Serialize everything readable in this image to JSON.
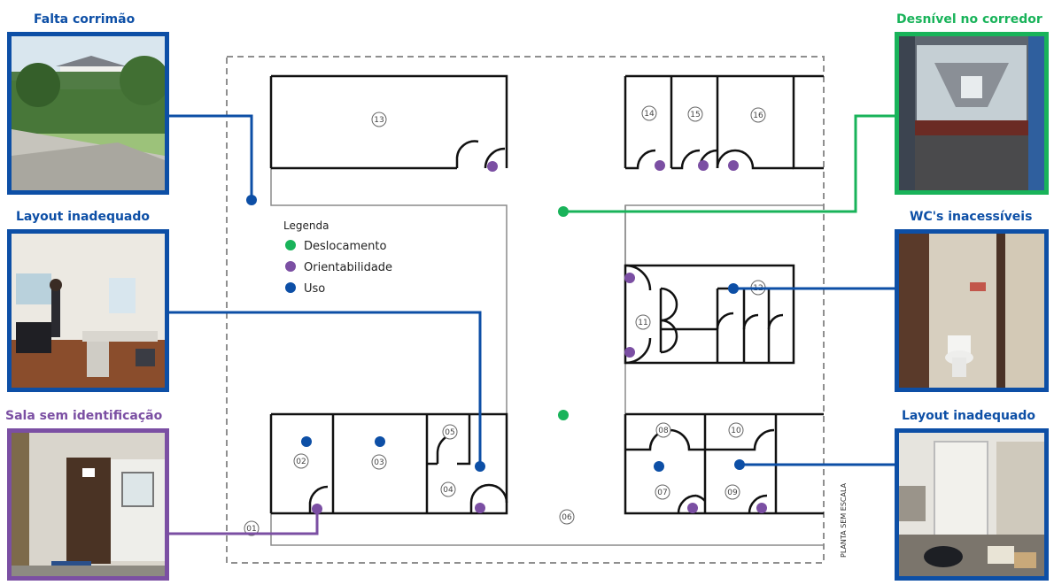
{
  "colors": {
    "blue": "#0d4fa6",
    "green": "#19b35a",
    "purple": "#7b4fa3",
    "wall": "#111111",
    "inner_line": "#8a8a8a",
    "dashed_border": "#8f8f8f",
    "room_label": "#444444"
  },
  "photos": {
    "falta_corrimao": {
      "title": "Falta corrimão",
      "color": "blue",
      "image": "outdoor-ramp-photo"
    },
    "layout_inadequado_1": {
      "title": "Layout inadequado",
      "color": "blue",
      "image": "office-photo"
    },
    "sala_sem_identificacao": {
      "title": "Sala sem identificação",
      "color": "purple",
      "image": "door-photo"
    },
    "desnivel_corredor": {
      "title": "Desnível no corredor",
      "color": "green",
      "image": "corridor-photo"
    },
    "wcs_inacessiveis": {
      "title": "WC's inacessíveis",
      "color": "blue",
      "image": "toilet-photo"
    },
    "layout_inadequado_2": {
      "title": "Layout inadequado",
      "color": "blue",
      "image": "storage-room-photo"
    }
  },
  "legend": {
    "title": "Legenda",
    "items": [
      {
        "label": "Deslocamento",
        "color": "green"
      },
      {
        "label": "Orientabilidade",
        "color": "purple"
      },
      {
        "label": "Uso",
        "color": "blue"
      }
    ]
  },
  "rooms": {
    "r01": "01",
    "r02": "02",
    "r03": "03",
    "r04": "04",
    "r05": "05",
    "r06": "06",
    "r07": "07",
    "r08": "08",
    "r09": "09",
    "r10": "10",
    "r11": "11",
    "r12": "12",
    "r13": "13",
    "r14": "14",
    "r15": "15",
    "r16": "16"
  },
  "scale_note": "PLANTA SEM ESCALA"
}
